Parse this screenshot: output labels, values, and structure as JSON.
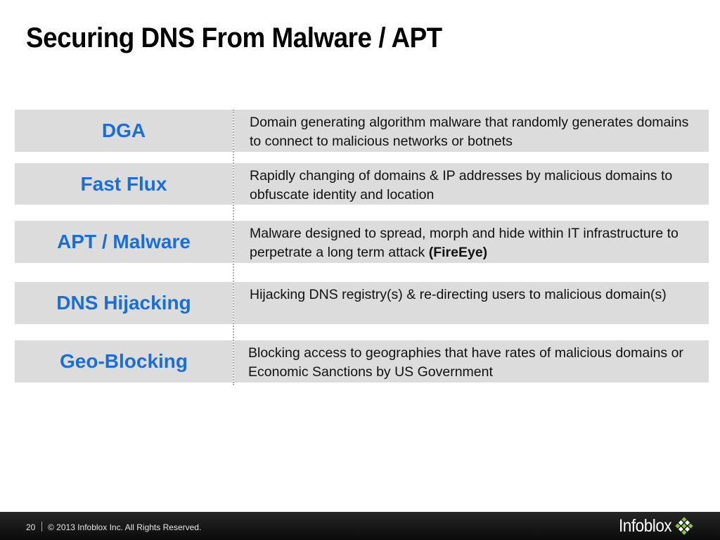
{
  "slide": {
    "title": "Securing DNS From Malware / APT"
  },
  "rows": [
    {
      "term": "DGA",
      "description": "Domain generating algorithm malware that randomly generates domains to connect to malicious networks or botnets"
    },
    {
      "term": "Fast Flux",
      "description": "Rapidly changing of domains & IP addresses by malicious domains to obfuscate identity and location"
    },
    {
      "term": "APT / Malware",
      "description": "Malware designed to spread, morph and hide within IT infrastructure to perpetrate a long term attack",
      "emphasis": "(FireEye)"
    },
    {
      "term": "DNS Hijacking",
      "description": "Hijacking DNS registry(s) & re-directing users to malicious domain(s)"
    },
    {
      "term": "Geo-Blocking",
      "description": "Blocking access to geographies that have rates of malicious domains or Economic Sanctions by US Government"
    }
  ],
  "footer": {
    "page_number": "20",
    "copyright": "© 2013 Infoblox Inc. All Rights Reserved.",
    "logo_text": "Infoblox"
  },
  "colors": {
    "term_text": "#1a6fd6",
    "row_background": "#dcdcdc",
    "footer_background": "#111111",
    "logo_accent": "#8cc63f"
  },
  "icons": {
    "logo": "infoblox-logo-icon"
  }
}
